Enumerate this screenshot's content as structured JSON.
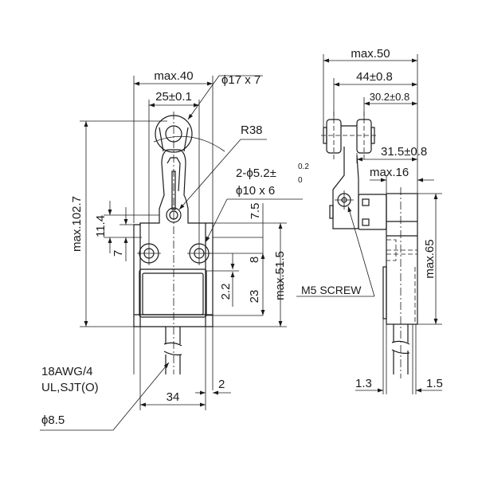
{
  "front_view": {
    "dim_max_width": "max.40",
    "dim_hole_pitch": "25±0.1",
    "roller_spec": "ϕ17 x 7",
    "lever_radius": "R38",
    "mount_hole_spec_a": "2-ϕ5.2±",
    "mount_hole_tol_upper": "0.2",
    "mount_hole_tol_lower": "0",
    "counterbore_spec": "ϕ10 x 6",
    "dim_max_height": "max.102.7",
    "dim_11_4": "11.4",
    "dim_7": "7",
    "dim_7_5": "7.5",
    "dim_8": "8",
    "dim_2_2": "2.2",
    "dim_23": "23",
    "dim_body_height": "max.51.5",
    "dim_34": "34",
    "dim_2": "2",
    "cable_spec": [
      "18AWG/4",
      "UL,SJT(O)",
      "ϕ8.5"
    ]
  },
  "side_view": {
    "dim_max_50": "max.50",
    "dim_44": "44±0.8",
    "dim_30_2": "30.2±0.8",
    "dim_31_5": "31.5±0.8",
    "dim_max_16": "max.16",
    "dim_max_65": "max.65",
    "screw_label": "M5 SCREW",
    "dim_1_3": "1.3",
    "dim_1_5": "1.5"
  }
}
